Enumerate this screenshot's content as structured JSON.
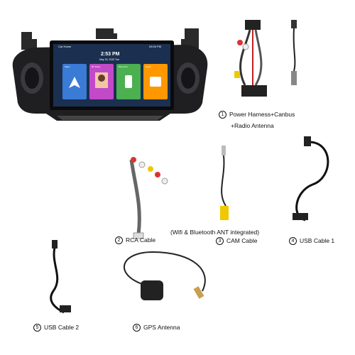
{
  "screen": {
    "status_left": "Car Home",
    "status_right": "05:53 PM",
    "clock": "2:53 PM",
    "date": "May 15, 2020 Tue",
    "tiles": [
      "Maps",
      "BT Music",
      "Bluetooth",
      "Radio"
    ],
    "tile_colors": [
      "#3a7bd5",
      "#c24ac8",
      "#4caf50",
      "#ff9800"
    ]
  },
  "parts": [
    {
      "num": "1",
      "label": "Power Harness+Canbus"
    },
    {
      "num": "",
      "label": "+Radio Antenna"
    },
    {
      "num": "2",
      "label": "RCA Cable"
    },
    {
      "num": "",
      "label": "(Wifi & Bluetooth ANT integrated)"
    },
    {
      "num": "3",
      "label": "CAM Cable"
    },
    {
      "num": "4",
      "label": "USB Cable 1"
    },
    {
      "num": "5",
      "label": "USB Cable 2"
    },
    {
      "num": "6",
      "label": "GPS Antenna"
    }
  ]
}
